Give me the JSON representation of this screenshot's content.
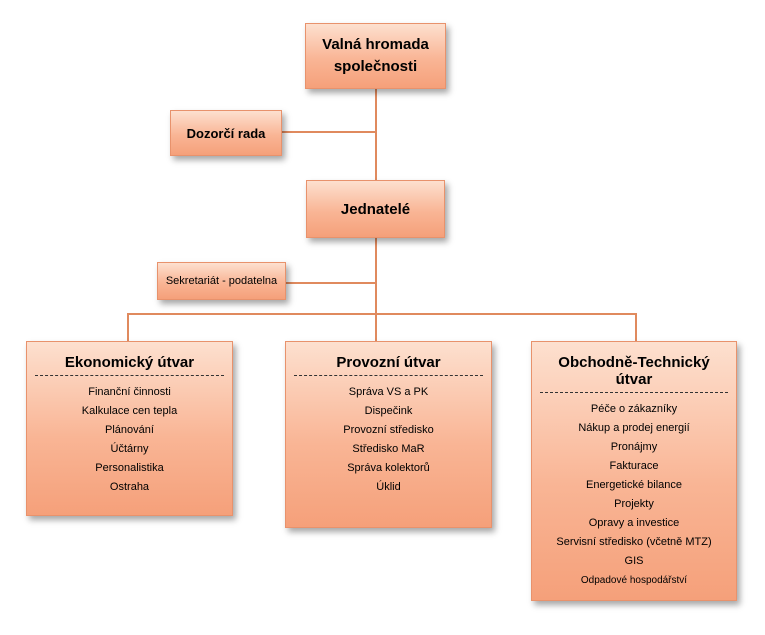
{
  "top": {
    "line1": "Valná hromada",
    "line2": "společnosti"
  },
  "supervisory": "Dozorčí rada",
  "executives": "Jednatelé",
  "secretariat": "Sekretariát - podatelna",
  "departments": [
    {
      "title": "Ekonomický útvar",
      "items": [
        "Finanční činnosti",
        "Kalkulace cen tepla",
        "Plánování",
        "Účtárny",
        "Personalistika",
        "Ostraha"
      ]
    },
    {
      "title": "Provozní útvar",
      "items": [
        "Správa VS a PK",
        "Dispečink",
        "Provozní středisko",
        "Středisko MaR",
        "Správa kolektorů",
        "Úklid"
      ]
    },
    {
      "title": "Obchodně-Technický útvar",
      "items": [
        "Péče o zákazníky",
        "Nákup a prodej energií",
        "Pronájmy",
        "Fakturace",
        "Energetické bilance",
        "Projekty",
        "Opravy a investice",
        "Servisní středisko (včetně MTZ)",
        "GIS",
        "Odpadové hospodářství"
      ]
    }
  ]
}
